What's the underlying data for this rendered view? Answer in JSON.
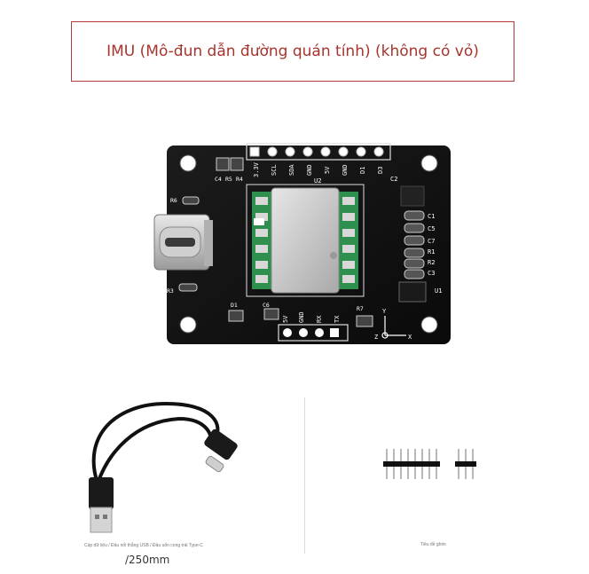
{
  "title": "IMU (Mô-đun dẫn đường quán tính) (không có vỏ)",
  "board": {
    "top_pin_labels": [
      "3.3V",
      "SCL",
      "SDA",
      "GND",
      "5V",
      "GND",
      "D1",
      "D3"
    ],
    "bottom_pin_labels": [
      "5V",
      "GND",
      "RX",
      "TX"
    ],
    "right_labels": [
      "C1",
      "C5",
      "C7",
      "R1",
      "R2",
      "C3"
    ],
    "left_labels": [
      "C4",
      "R5",
      "R4",
      "R6",
      "R3",
      "D1",
      "C6",
      "R7"
    ],
    "chip_labels": [
      "U2",
      "U1",
      "C2"
    ],
    "axis_labels": [
      "Y",
      "Z",
      "X"
    ]
  },
  "accessories": {
    "cable_caption": "Cáp dữ liệu / Đầu nối thẳng USB / Đầu uốn cong trái Type-C",
    "cable_length": "/250mm",
    "pins_caption": "Tiêu đề ghim"
  }
}
